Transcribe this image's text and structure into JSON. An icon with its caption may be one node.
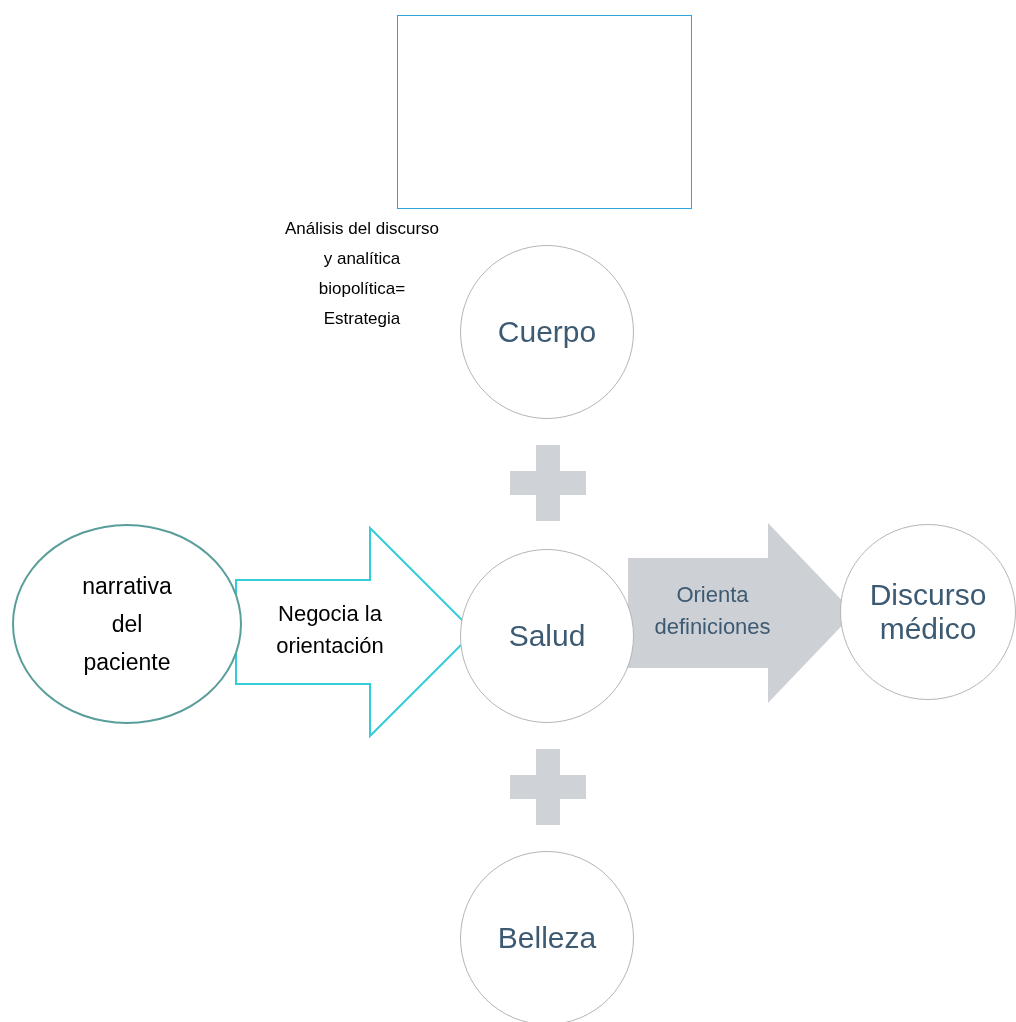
{
  "diagram": {
    "nodes": [
      {
        "text": [],
        "shape": "box"
      },
      {
        "text": [
          "Cuerpo"
        ]
      },
      {
        "text": [
          "narrativa del paciente"
        ]
      },
      {
        "text": [
          "Salud"
        ]
      },
      {
        "text": [
          "Discurso médico"
        ]
      },
      {
        "text": [
          "Belleza"
        ]
      }
    ],
    "edges": [
      {
        "from": 2,
        "to": 3,
        "arrow": "to",
        "label": "Negocia la orientación",
        "color": "#33ccd9"
      },
      {
        "from": 3,
        "to": 4,
        "arrow": "to",
        "label": "Orienta definiciones",
        "color": "#cdd1d6"
      }
    ],
    "labels": [
      "Análisis del discurso y analítica biopolítica= Estrategia"
    ]
  }
}
